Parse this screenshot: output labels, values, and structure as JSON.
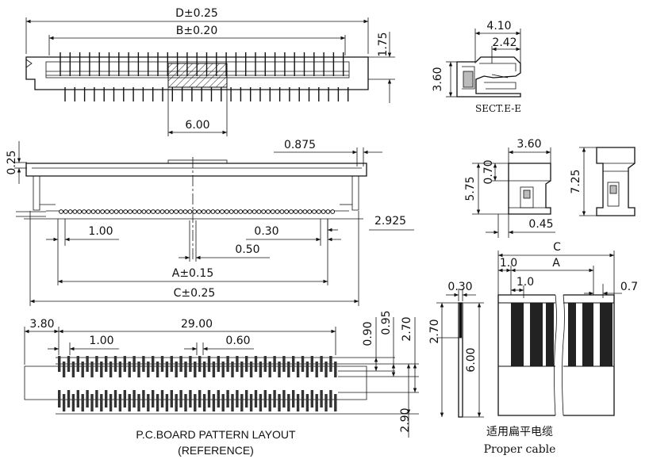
{
  "top_view": {
    "dim_d": "D±0.25",
    "dim_b": "B±0.20",
    "dim_h": "1.75",
    "dim_hatch": "6.00"
  },
  "section_view": {
    "dim_w1": "4.10",
    "dim_w2": "2.42",
    "dim_h": "3.60",
    "label": "SECT.E-E"
  },
  "front_view": {
    "dim_tl": "0.25",
    "dim_tr": "0.875",
    "dim_side": "2.925",
    "dim_pitch": "1.00",
    "dim_gap": "0.30",
    "dim_half": "0.50",
    "dim_a": "A±0.15",
    "dim_c": "C±0.25"
  },
  "side_view_1": {
    "dim_w": "3.60",
    "dim_h": "5.75",
    "dim_h2": "0.70",
    "dim_b": "0.45"
  },
  "side_view_2": {
    "dim_h": "7.25"
  },
  "pcb_layout": {
    "dim_left": "3.80",
    "dim_span": "29.00",
    "dim_pitch": "1.00",
    "dim_pad": "0.60",
    "dim_090": "0.90",
    "dim_095": "0.95",
    "dim_270": "2.70",
    "dim_290": "2.90",
    "title": "P.C.BOARD PATTERN LAYOUT",
    "subtitle": "(REFERENCE)"
  },
  "cable": {
    "dim_c": "C",
    "dim_a": "A",
    "dim_10a": "1.0",
    "dim_10b": "1.0",
    "dim_07": "0.7",
    "dim_030": "0.30",
    "dim_270": "2.70",
    "dim_600": "6.00",
    "label_cn": "适用扁平电缆",
    "label_en": "Proper cable"
  }
}
